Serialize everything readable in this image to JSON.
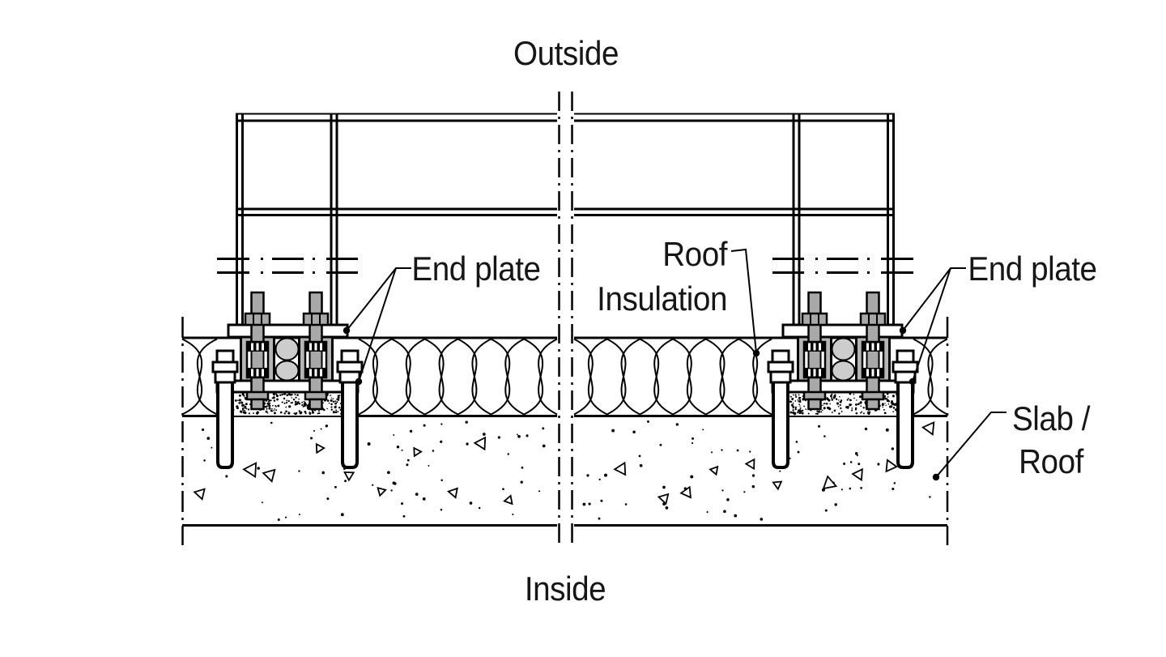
{
  "diagram": {
    "title_top": "Outside",
    "title_bottom": "Inside",
    "labels": {
      "end_plate_left": "End plate",
      "end_plate_right": "End plate",
      "roof_insulation_line1": "Roof",
      "roof_insulation_line2": "Insulation",
      "slab_roof_line1": "Slab /",
      "slab_roof_line2": "Roof"
    },
    "colors": {
      "line": "#000000",
      "text": "#161616",
      "rod_gray": "#a8a8a8",
      "block_gray": "#b5b5b5",
      "insulation_gray": "#cdcdcd",
      "background": "#ffffff"
    }
  }
}
